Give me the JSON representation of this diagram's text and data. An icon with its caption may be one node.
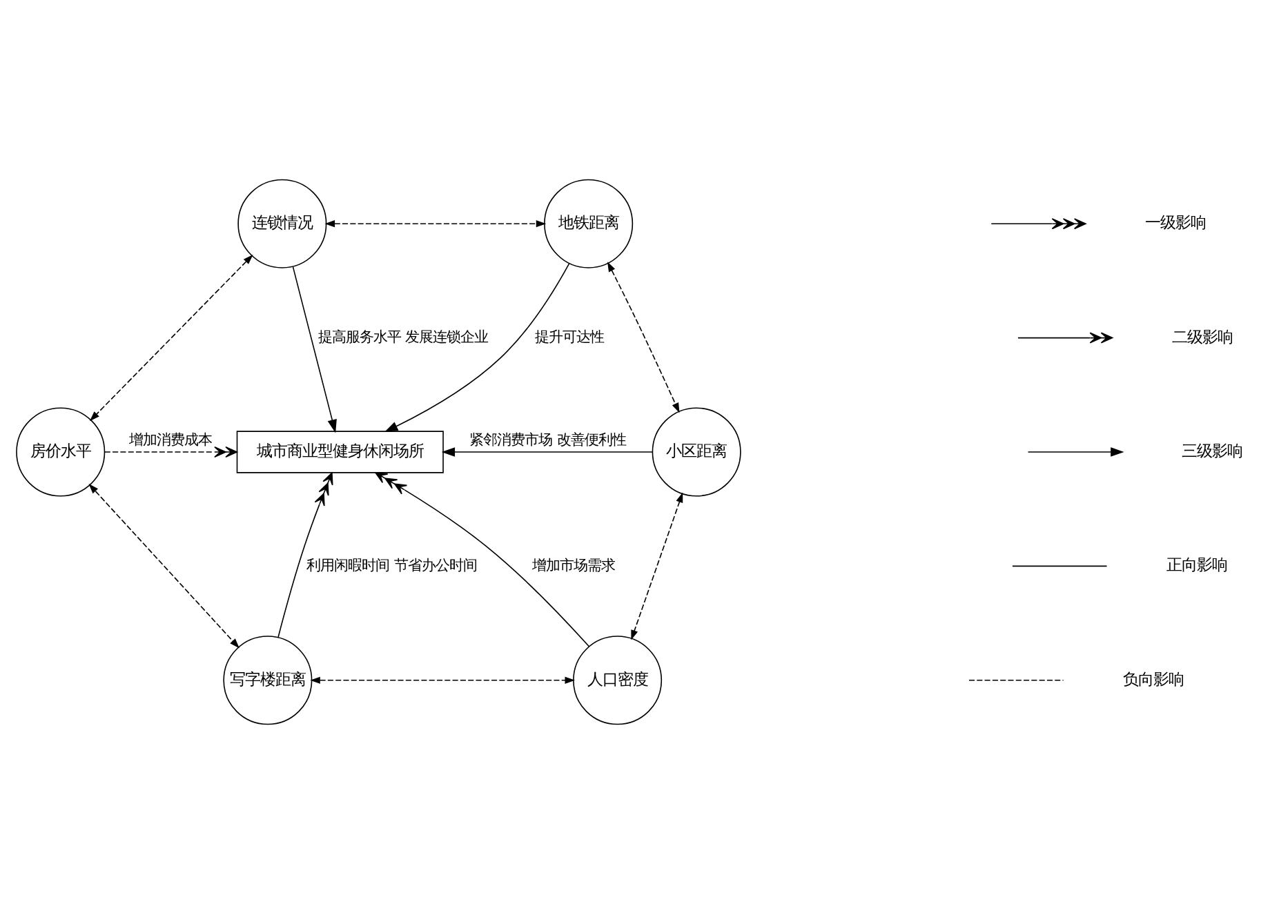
{
  "diagram": {
    "nodes": [
      {
        "text": [
          "连锁情况"
        ]
      },
      {
        "text": [
          "地铁距离"
        ]
      },
      {
        "text": [
          "房价水平"
        ]
      },
      {
        "text": [
          "城市商业型健身休闲场所"
        ]
      },
      {
        "text": [
          "小区距离"
        ]
      },
      {
        "text": [
          "写字楼距离"
        ]
      },
      {
        "text": [
          "人口密度"
        ]
      }
    ],
    "edges": [
      {
        "from": 0,
        "to": 1,
        "arrow": "both",
        "style": "dashed"
      },
      {
        "from": 0,
        "to": 3,
        "arrow": "to",
        "label": "提高服务水平 发展连锁企业"
      },
      {
        "from": 1,
        "to": 3,
        "arrow": "to",
        "label": "提升可达性"
      },
      {
        "from": 1,
        "to": 4,
        "arrow": "both",
        "style": "dashed"
      },
      {
        "from": 0,
        "to": 2,
        "arrow": "both",
        "style": "dashed"
      },
      {
        "from": 2,
        "to": 3,
        "arrow": "to",
        "style": "dashed",
        "label": "增加消费成本"
      },
      {
        "from": 4,
        "to": 3,
        "arrow": "to",
        "label": "紧邻消费市场 改善便利性"
      },
      {
        "from": 2,
        "to": 5,
        "arrow": "both",
        "style": "dashed"
      },
      {
        "from": 5,
        "to": 3,
        "arrow": "to",
        "label": "利用闲暇时间 节省办公时间"
      },
      {
        "from": 4,
        "to": 6,
        "arrow": "both",
        "style": "dashed"
      },
      {
        "from": 5,
        "to": 6,
        "arrow": "both",
        "style": "dashed"
      },
      {
        "from": 6,
        "to": 3,
        "arrow": "to",
        "label": "增加市场需求"
      }
    ],
    "legend": [
      {
        "text": "一级影响"
      },
      {
        "text": "二级影响"
      },
      {
        "text": "三级影响"
      },
      {
        "text": "正向影响"
      },
      {
        "text": "负向影响"
      }
    ]
  }
}
